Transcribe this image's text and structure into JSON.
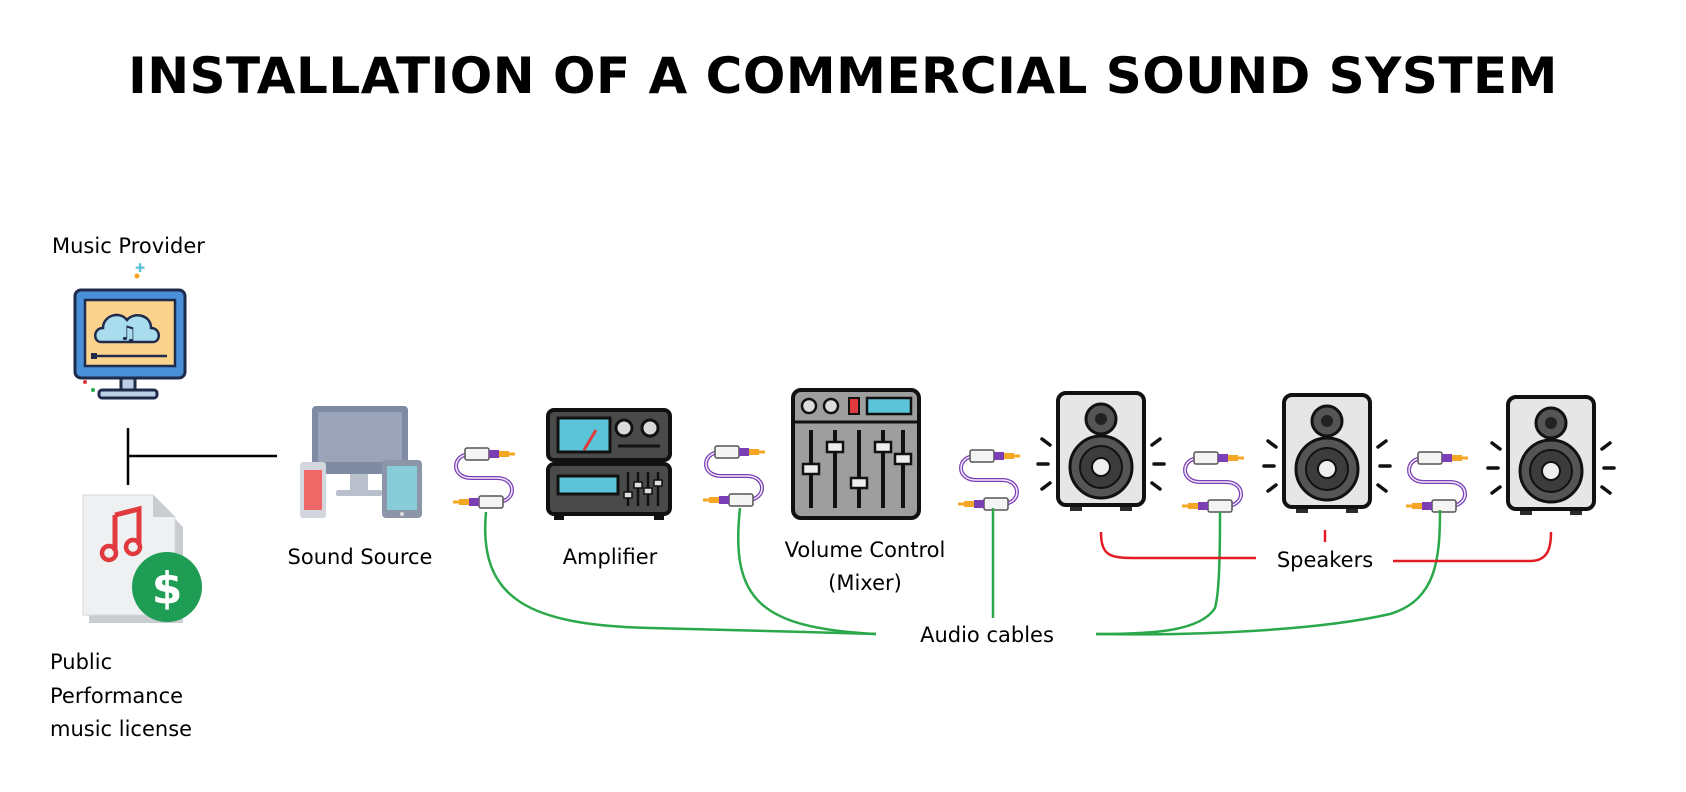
{
  "title": "INSTALLATION OF A COMMERCIAL SOUND SYSTEM",
  "labels": {
    "music_provider": "Music Provider",
    "license_line1": "Public",
    "license_line2": "Performance",
    "license_line3": "music license",
    "sound_source": "Sound Source",
    "amplifier": "Amplifier",
    "mixer_line1": "Volume Control",
    "mixer_line2": "(Mixer)",
    "speakers": "Speakers",
    "audio_cables": "Audio cables"
  },
  "icons": [
    "music-streaming-monitor-icon",
    "music-license-document-icon",
    "devices-icon",
    "amplifier-icon",
    "mixer-icon",
    "speaker-icon",
    "audio-cable-icon",
    "dollar-badge-icon"
  ],
  "colors": {
    "speaker_links": "#e31b23",
    "audio_cable_links": "#2aa84a",
    "cable": "#7b3fb5",
    "jack": "#f5a623",
    "screen": "#5bc4d8",
    "dollar_badge": "#1f9d55",
    "music_note": "#e03a3e"
  }
}
